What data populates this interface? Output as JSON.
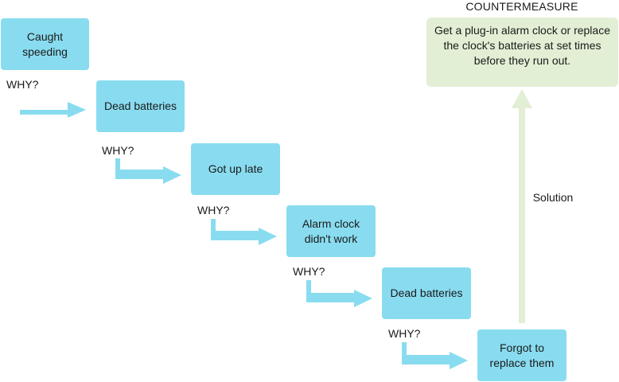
{
  "colors": {
    "step_fill": "#89dcf0",
    "step_arrow": "#89dcf0",
    "solution_fill": "#e2efd5",
    "solution_arrow": "#e2efd5"
  },
  "steps": [
    {
      "text": "Caught speeding"
    },
    {
      "text": "Dead batteries"
    },
    {
      "text": "Got up late"
    },
    {
      "text": "Alarm clock didn't work"
    },
    {
      "text": "Dead batteries"
    },
    {
      "text": "Forgot to replace them"
    }
  ],
  "why_labels": [
    "WHY?",
    "WHY?",
    "WHY?",
    "WHY?",
    "WHY?"
  ],
  "countermeasure": {
    "title": "COUNTERMEASURE",
    "text": "Get a plug-in alarm clock or replace the clock's batteries at set times before they run out."
  },
  "solution_label": "Solution"
}
